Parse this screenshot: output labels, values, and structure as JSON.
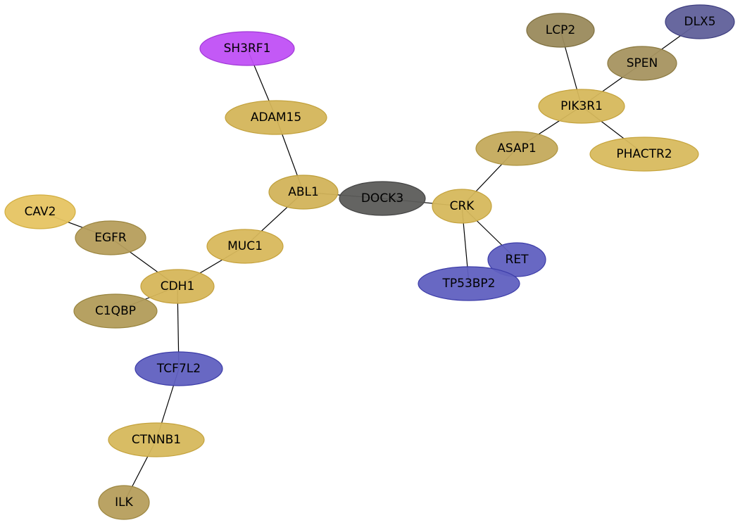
{
  "network": {
    "nodes": [
      {
        "id": "SH3RF1",
        "label": "SH3RF1",
        "color": "#c050f5",
        "stroke": "#a038d6"
      },
      {
        "id": "ADAM15",
        "label": "ADAM15",
        "color": "#d4b55a",
        "stroke": "#c2a13c"
      },
      {
        "id": "ABL1",
        "label": "ABL1",
        "color": "#d2b35a",
        "stroke": "#bfa03c"
      },
      {
        "id": "DOCK3",
        "label": "DOCK3",
        "color": "#5c5c5a",
        "stroke": "#444444"
      },
      {
        "id": "CRK",
        "label": "CRK",
        "color": "#d6b85c",
        "stroke": "#c4a23c"
      },
      {
        "id": "ASAP1",
        "label": "ASAP1",
        "color": "#c4aa5c",
        "stroke": "#ad9440"
      },
      {
        "id": "PIK3R1",
        "label": "PIK3R1",
        "color": "#d6b85c",
        "stroke": "#c4a23c"
      },
      {
        "id": "LCP2",
        "label": "LCP2",
        "color": "#9a8a5c",
        "stroke": "#7f7040"
      },
      {
        "id": "SPEN",
        "label": "SPEN",
        "color": "#a69460",
        "stroke": "#8c7a40"
      },
      {
        "id": "DLX5",
        "label": "DLX5",
        "color": "#60609a",
        "stroke": "#3e3e80"
      },
      {
        "id": "PHACTR2",
        "label": "PHACTR2",
        "color": "#d8ba5e",
        "stroke": "#c6a43c"
      },
      {
        "id": "RET",
        "label": "RET",
        "color": "#6060c0",
        "stroke": "#3c3ca8"
      },
      {
        "id": "TP53BP2",
        "label": "TP53BP2",
        "color": "#6060c0",
        "stroke": "#3c3ca8"
      },
      {
        "id": "MUC1",
        "label": "MUC1",
        "color": "#d8b85c",
        "stroke": "#c6a23c"
      },
      {
        "id": "CDH1",
        "label": "CDH1",
        "color": "#d6b65a",
        "stroke": "#c4a03c"
      },
      {
        "id": "EGFR",
        "label": "EGFR",
        "color": "#b69e5c",
        "stroke": "#9c8640"
      },
      {
        "id": "CAV2",
        "label": "CAV2",
        "color": "#e6c462",
        "stroke": "#d2ae40"
      },
      {
        "id": "C1QBP",
        "label": "C1QBP",
        "color": "#b29c5a",
        "stroke": "#98843e"
      },
      {
        "id": "TCF7L2",
        "label": "TCF7L2",
        "color": "#6060c0",
        "stroke": "#3c3ca8"
      },
      {
        "id": "CTNNB1",
        "label": "CTNNB1",
        "color": "#d6b85c",
        "stroke": "#c4a23c"
      },
      {
        "id": "ILK",
        "label": "ILK",
        "color": "#b69e5c",
        "stroke": "#9c8640"
      }
    ],
    "edges": [
      [
        "SH3RF1",
        "ADAM15"
      ],
      [
        "ADAM15",
        "ABL1"
      ],
      [
        "ABL1",
        "DOCK3"
      ],
      [
        "ABL1",
        "MUC1"
      ],
      [
        "DOCK3",
        "CRK"
      ],
      [
        "CRK",
        "ASAP1"
      ],
      [
        "CRK",
        "RET"
      ],
      [
        "CRK",
        "TP53BP2"
      ],
      [
        "ASAP1",
        "PIK3R1"
      ],
      [
        "PIK3R1",
        "LCP2"
      ],
      [
        "PIK3R1",
        "SPEN"
      ],
      [
        "PIK3R1",
        "PHACTR2"
      ],
      [
        "SPEN",
        "DLX5"
      ],
      [
        "MUC1",
        "CDH1"
      ],
      [
        "CDH1",
        "EGFR"
      ],
      [
        "CDH1",
        "C1QBP"
      ],
      [
        "CDH1",
        "TCF7L2"
      ],
      [
        "EGFR",
        "CAV2"
      ],
      [
        "TCF7L2",
        "CTNNB1"
      ],
      [
        "CTNNB1",
        "ILK"
      ]
    ]
  }
}
